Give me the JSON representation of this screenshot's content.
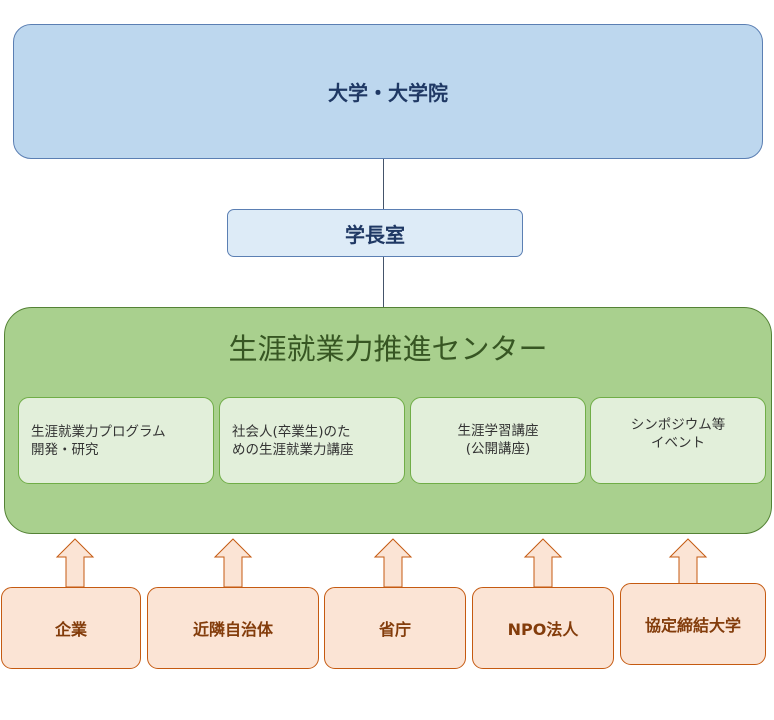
{
  "top": {
    "label": "大学・大学院"
  },
  "office": {
    "label": "学長室"
  },
  "center": {
    "title": "生涯就業力推進センター",
    "programs": [
      {
        "lines": [
          "生涯就業力プログラム",
          "開発・研究"
        ]
      },
      {
        "lines": [
          "社会人(卒業生)のた",
          "めの生涯就業力講座"
        ]
      },
      {
        "lines": [
          "生涯学習講座",
          "(公開講座)"
        ]
      },
      {
        "lines": [
          "シンポジウム等",
          "イベント"
        ]
      }
    ]
  },
  "partners": [
    {
      "label": "企業"
    },
    {
      "label": "近隣自治体"
    },
    {
      "label": "省庁"
    },
    {
      "label": "NPO法人"
    },
    {
      "label": "協定締結大学"
    }
  ],
  "colors": {
    "university_fill": "#bdd7ee",
    "center_fill": "#a9d08e",
    "partner_fill": "#fbe4d5",
    "arrow_fill": "#fbe4d5",
    "arrow_stroke": "#c55a11"
  }
}
